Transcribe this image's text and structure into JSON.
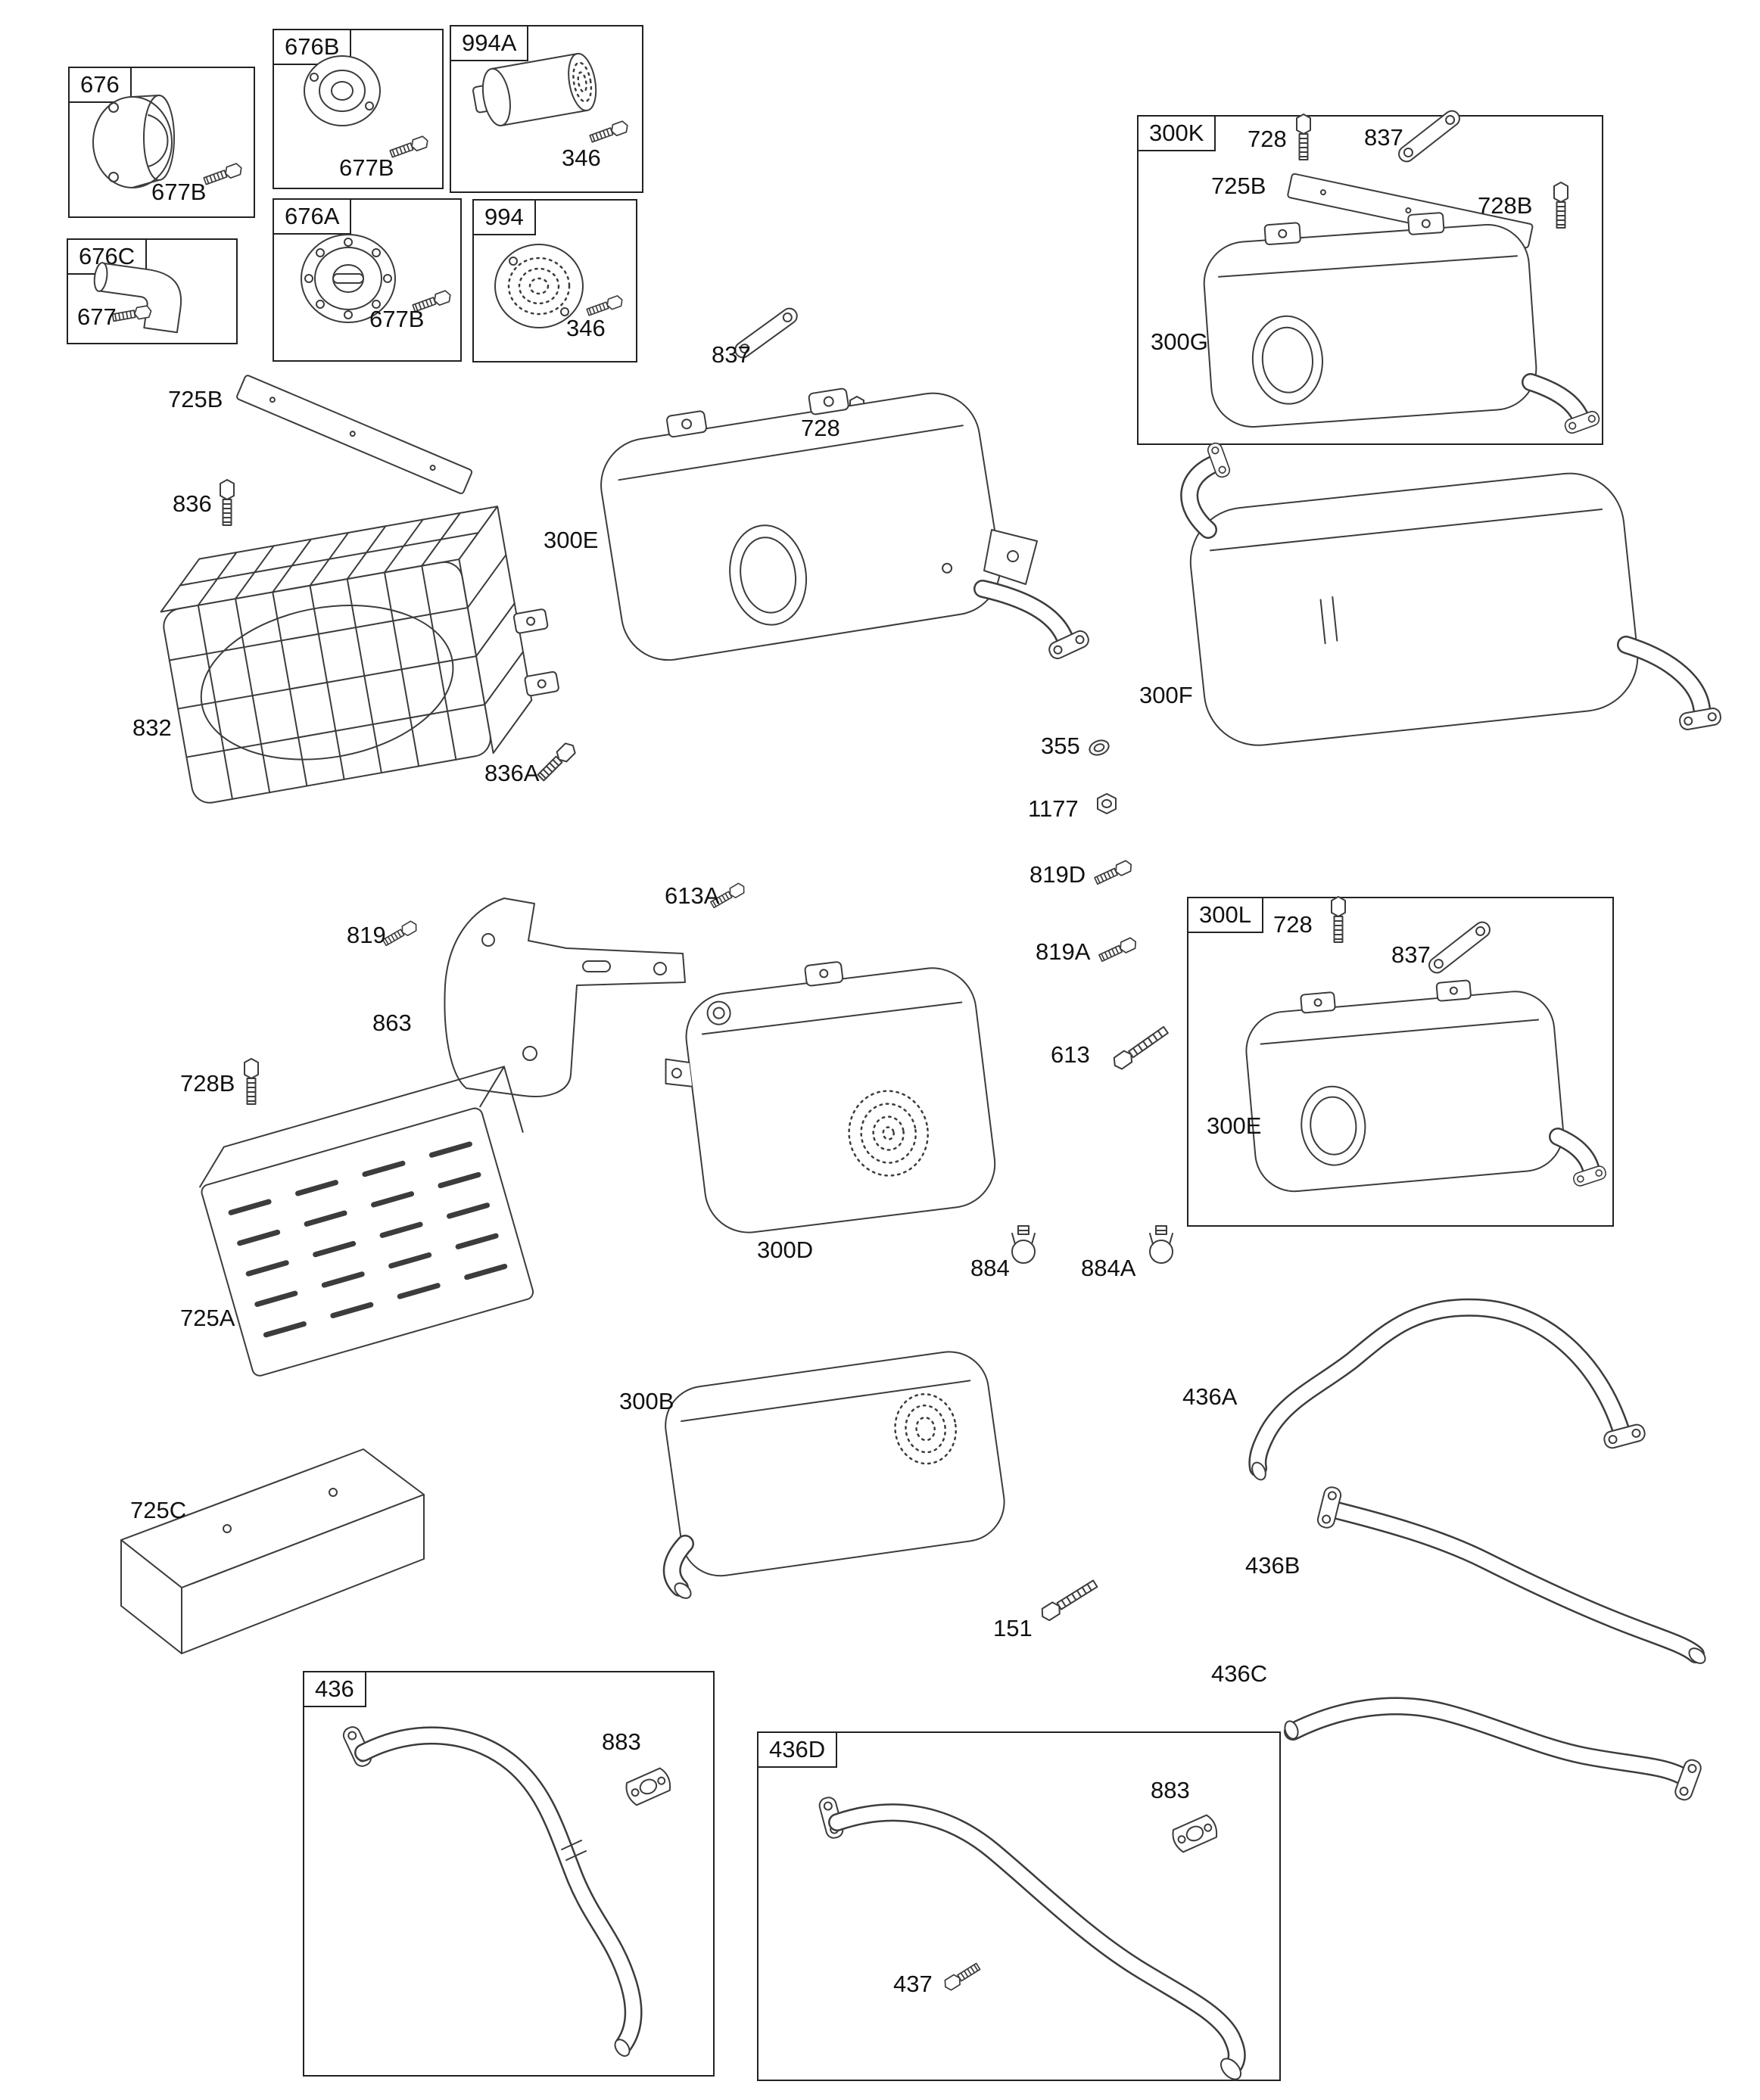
{
  "page": {
    "background": "#ffffff",
    "line_color": "#3c3c3c",
    "text_color": "#111111"
  },
  "labels": {
    "box676": "676",
    "box676B": "676B",
    "box994A": "994A",
    "box676C": "676C",
    "box676A": "676A",
    "box994": "994",
    "box300K": "300K",
    "box300L": "300L",
    "box436": "436",
    "box436D": "436D",
    "p677B_1": "677B",
    "p677B_2": "677B",
    "p346_1": "346",
    "p677": "677",
    "p677B_3": "677B",
    "p346_2": "346",
    "k728": "728",
    "k837": "837",
    "k725B": "725B",
    "k728B": "728B",
    "k300G": "300G",
    "c837": "837",
    "c728": "728",
    "c300E": "300E",
    "shield725B": "725B",
    "bolt836": "836",
    "guard832": "832",
    "bolt836A": "836A",
    "m300F": "300F",
    "w355": "355",
    "n1177": "1177",
    "b819D": "819D",
    "b819A": "819A",
    "b613": "613",
    "s613A": "613A",
    "s819": "819",
    "br863": "863",
    "b728B": "728B",
    "sh725A": "725A",
    "m300D": "300D",
    "l728": "728",
    "l837": "837",
    "l300E": "300E",
    "c884": "884",
    "c884A": "884A",
    "m300B": "300B",
    "p436A": "436A",
    "p436B": "436B",
    "p436C": "436C",
    "sh725C": "725C",
    "b151": "151",
    "g883_1": "883",
    "g883_2": "883",
    "s437": "437"
  }
}
